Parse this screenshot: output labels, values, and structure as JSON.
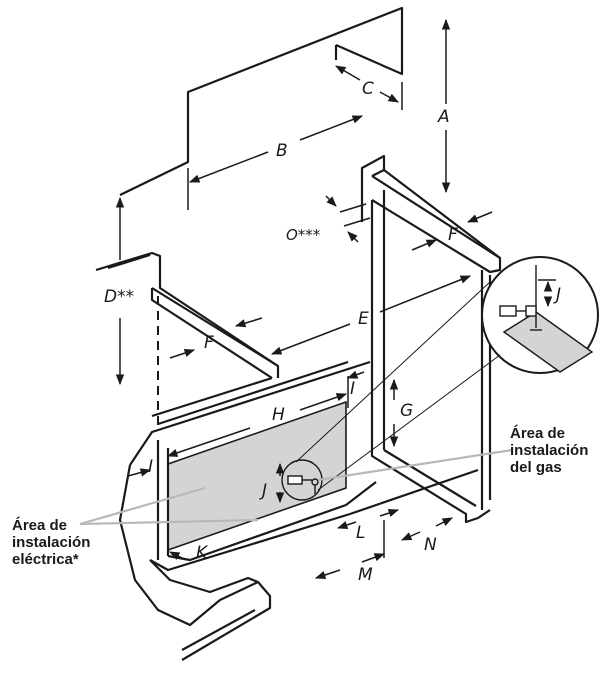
{
  "labels": {
    "A": "A",
    "B": "B",
    "C": "C",
    "D": "D**",
    "E": "E",
    "F_top": "F",
    "F_left": "F",
    "G": "G",
    "H": "H",
    "I_right": "I",
    "I_left": "I",
    "J_inset": "J",
    "J_main": "J",
    "K": "K",
    "L": "L",
    "M": "M",
    "N": "N",
    "O": "O***"
  },
  "callouts": {
    "gas": [
      "Área de",
      "instalación",
      "del gas"
    ],
    "electric": [
      "Área de",
      "instalación",
      "eléctrica*"
    ]
  },
  "colors": {
    "line": "#1a1a1a",
    "shaded_area": "#d4d4d4",
    "leader": "#b8b8b8"
  }
}
